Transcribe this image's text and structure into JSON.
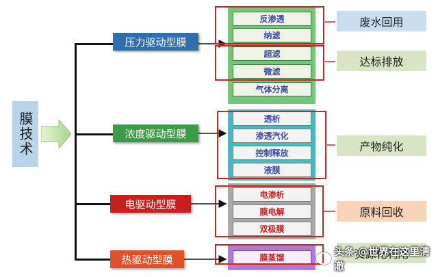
{
  "root": {
    "label": "膜技术"
  },
  "categories": {
    "pressure": "压力驱动型膜",
    "concentration": "浓度驱动型膜",
    "electric": "电驱动型膜",
    "thermal": "热驱动型膜"
  },
  "processes": {
    "reverse_osmosis": "反渗透",
    "nanofiltration": "纳滤",
    "ultrafiltration": "超滤",
    "microfiltration": "微滤",
    "gas_separation": "气体分离",
    "dialysis": "透析",
    "pervaporation": "渗透汽化",
    "controlled_release": "控制释放",
    "liquid_membrane": "液膜",
    "electrodialysis": "电渗析",
    "membrane_electrolysis": "膜电解",
    "bipolar_membrane": "双极膜",
    "membrane_distillation": "膜蒸馏"
  },
  "applications": {
    "wastewater_reuse": "废水回用",
    "discharge_compliance": "达标排放",
    "product_purification": "产物纯化",
    "raw_material_recovery": "原料回收",
    "last_partial": "资源化利用"
  },
  "watermark": {
    "text": "头条 @世界在这里清澈"
  },
  "colors": {
    "pressure": "#2f6fb0",
    "concentration": "#3d9a46",
    "electric": "#c81e1e",
    "thermal": "#e0502a",
    "outline": "#d02020"
  }
}
